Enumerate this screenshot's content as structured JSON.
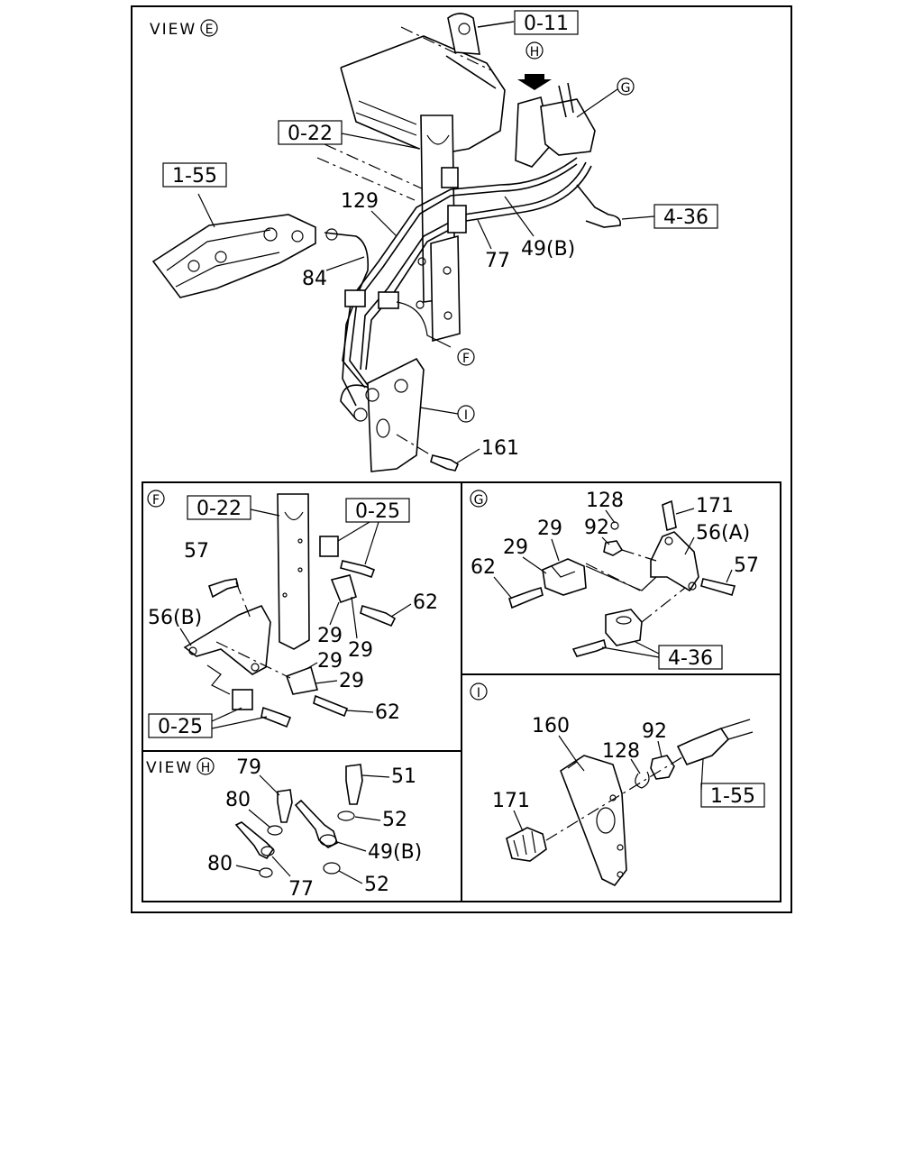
{
  "main_view": {
    "title": "VIEW",
    "title_marker": "E",
    "refs": {
      "r011": "0-11",
      "r022": "0-22",
      "r155": "1-55",
      "r436": "4-36"
    },
    "markers": {
      "h": "H",
      "g": "G",
      "f": "F",
      "i": "I"
    },
    "callouts": {
      "c129": "129",
      "c84": "84",
      "c77": "77",
      "c49b": "49(B)",
      "c161": "161"
    }
  },
  "panel_f": {
    "marker": "F",
    "refs": {
      "r022": "0-22",
      "r025a": "0-25",
      "r025b": "0-25"
    },
    "callouts": {
      "c57": "57",
      "c56b": "56(B)",
      "c62a": "62",
      "c62b": "62",
      "c29a": "29",
      "c29b": "29",
      "c29c": "29",
      "c29d": "29"
    }
  },
  "panel_g": {
    "marker": "G",
    "refs": {
      "r436": "4-36"
    },
    "callouts": {
      "c128": "128",
      "c171": "171",
      "c92": "92",
      "c29a": "29",
      "c29b": "29",
      "c56a": "56(A)",
      "c62": "62",
      "c57": "57"
    }
  },
  "panel_h": {
    "title": "VIEW",
    "title_marker": "H",
    "callouts": {
      "c79": "79",
      "c51": "51",
      "c80a": "80",
      "c52a": "52",
      "c49b": "49(B)",
      "c80b": "80",
      "c77": "77",
      "c52b": "52"
    }
  },
  "panel_i": {
    "marker": "I",
    "refs": {
      "r155": "1-55"
    },
    "callouts": {
      "c160": "160",
      "c128": "128",
      "c92": "92",
      "c171": "171"
    }
  }
}
